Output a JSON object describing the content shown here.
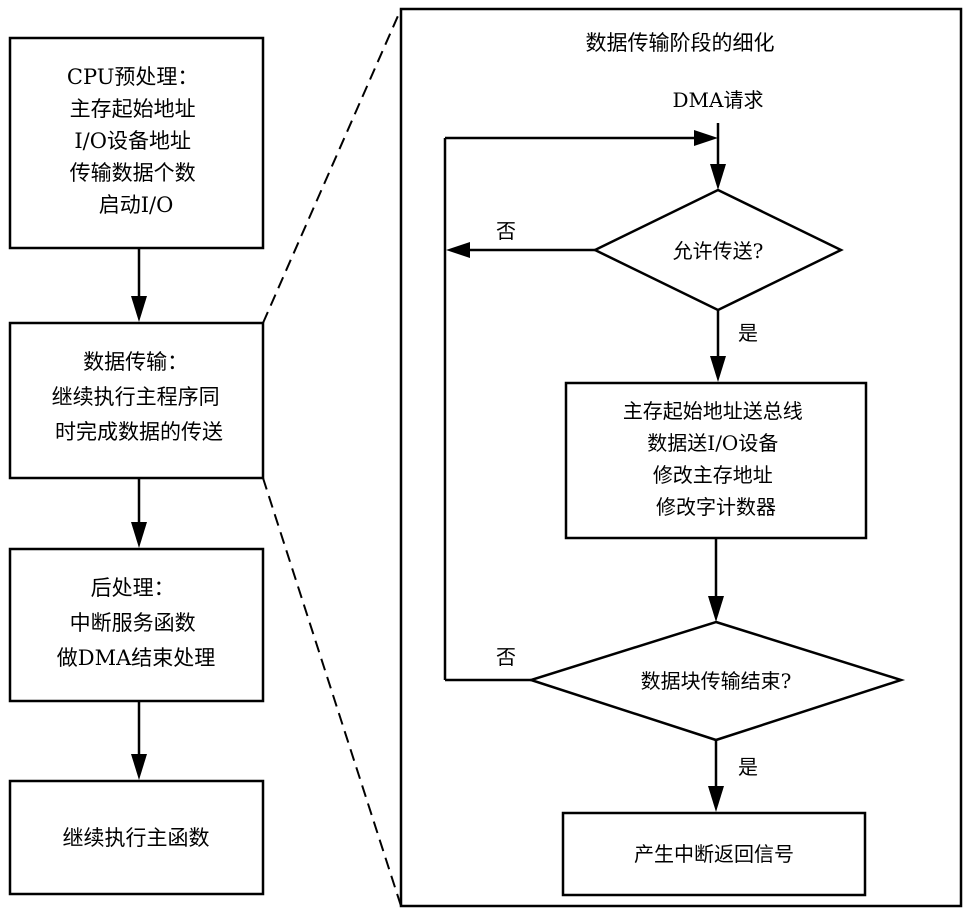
{
  "left_flow": {
    "step1": {
      "lines": [
        "CPU预处理：",
        "主存起始地址",
        "I/O设备地址",
        "传输数据个数",
        "启动I/O"
      ]
    },
    "step2": {
      "lines": [
        "数据传输：",
        "继续执行主程序同",
        "时完成数据的传送"
      ]
    },
    "step3": {
      "lines": [
        "后处理：",
        "中断服务函数",
        "做DMA结束处理"
      ]
    },
    "step4": {
      "lines": [
        "继续执行主函数"
      ]
    }
  },
  "detail_panel": {
    "title": "数据传输阶段的细化",
    "start_label": "DMA请求",
    "decision1": {
      "label": "允许传送?",
      "no_label": "否",
      "yes_label": "是"
    },
    "process": {
      "lines": [
        "主存起始地址送总线",
        "数据送I/O设备",
        "修改主存地址",
        "修改字计数器"
      ]
    },
    "decision2": {
      "label": "数据块传输结束?",
      "no_label": "否",
      "yes_label": "是"
    },
    "end_box": {
      "label": "产生中断返回信号"
    }
  }
}
